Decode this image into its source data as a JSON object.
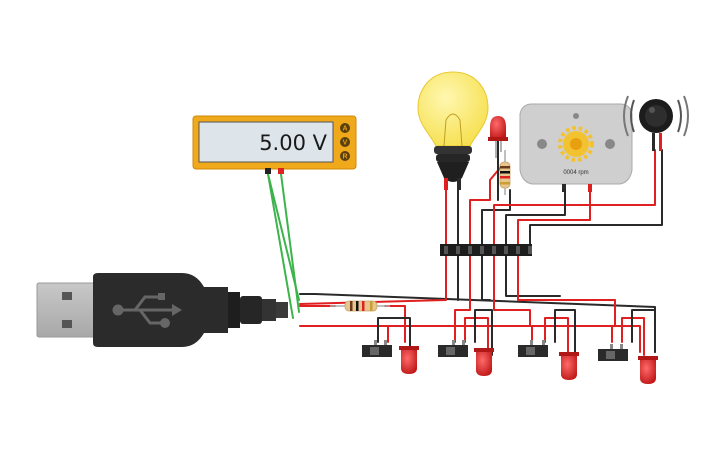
{
  "multimeter": {
    "reading": "5.00 V",
    "buttons": [
      "A",
      "V",
      "R"
    ],
    "colors": {
      "body": "#f0a91a",
      "screen": "#dde4ea"
    }
  },
  "motor": {
    "readout": "0004 rpm"
  },
  "colors": {
    "red_wire": "#e02020",
    "black_wire": "#2a2a2a",
    "green_wire": "#3cb44b",
    "led_red": "#d42020",
    "bulb_yellow": "#fbe96a",
    "usb_body": "#2b2b2b"
  },
  "icons": {
    "usb_plug": "usb-icon",
    "bulb": "light-bulb-icon",
    "motor": "dc-motor-icon",
    "buzzer": "buzzer-icon",
    "slide_switch": "slide-switch-icon",
    "led": "led-icon",
    "resistor": "resistor-icon",
    "header": "pin-header-icon"
  }
}
